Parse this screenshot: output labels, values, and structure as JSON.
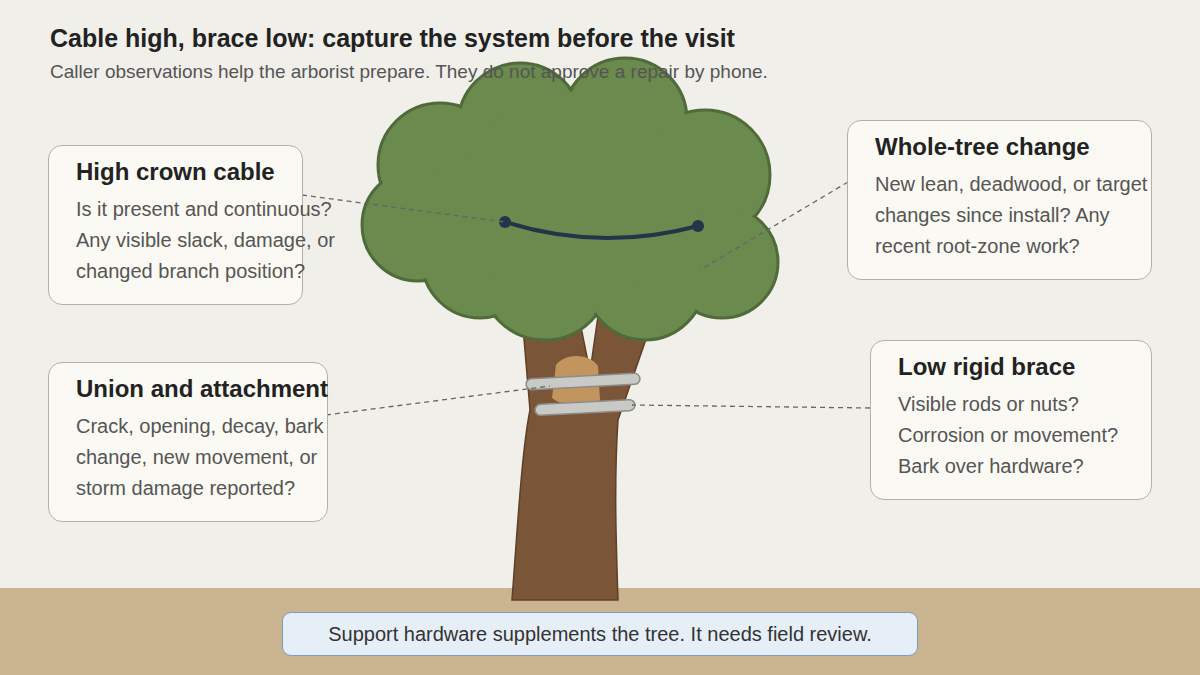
{
  "diagram": {
    "title": "Cable high, brace low: capture the system before the visit",
    "nodes": [
      {
        "text": [
          "High crown cable",
          "Is it present and continuous? Any visible slack, damage, or changed branch position?"
        ]
      },
      {
        "text": [
          "Whole-tree change",
          "New lean, deadwood, or target changes since install? Any recent root-zone work?"
        ]
      },
      {
        "text": [
          "Union and attachment",
          "Crack, opening, decay, bark change, new movement, or storm damage reported?"
        ]
      },
      {
        "text": [
          "Low rigid brace",
          "Visible rods or nuts? Corrosion or movement? Bark over hardware?"
        ]
      },
      {
        "text": [
          "Support hardware supplements the tree. It needs field review."
        ]
      }
    ],
    "labels": [
      "Caller observations help the arborist prepare. They do not approve a repair by phone."
    ]
  }
}
